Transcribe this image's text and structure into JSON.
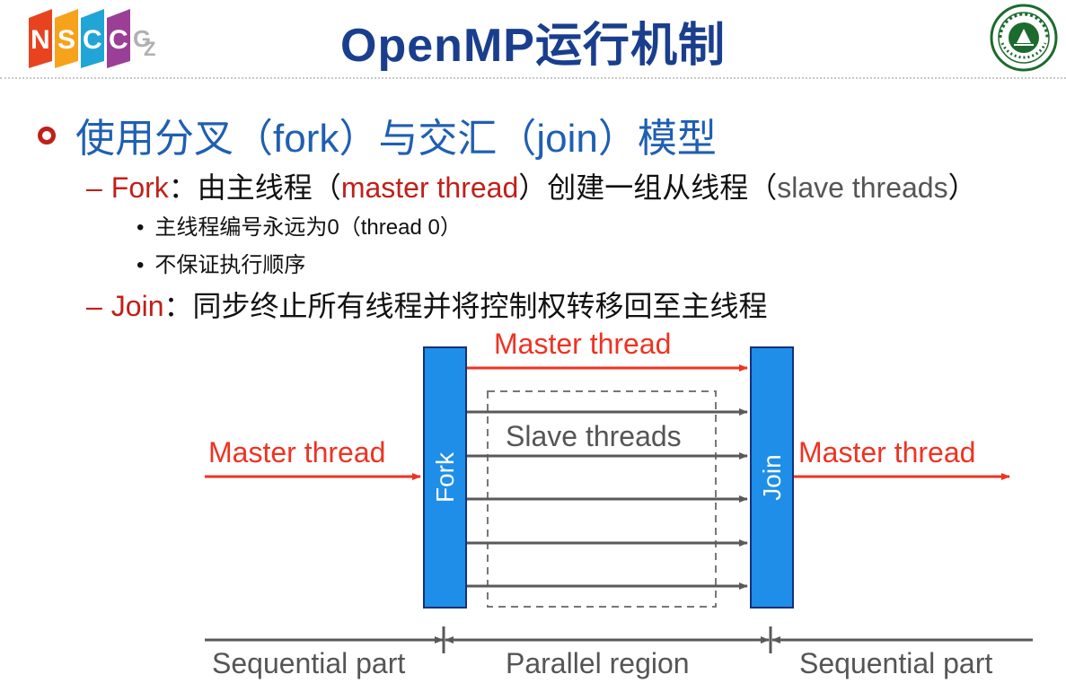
{
  "header": {
    "logo_left": {
      "letters": [
        "N",
        "S",
        "C",
        "C",
        "G",
        "Z"
      ],
      "colors": [
        "#e8431f",
        "#f7a21b",
        "#21a5d6",
        "#9a3f95",
        "#c8c8c8"
      ]
    },
    "title": "OpenMP运行机制",
    "logo_right_icon": "university-seal-icon"
  },
  "bullets": {
    "main": "使用分叉（fork）与交汇（join）模型",
    "fork": {
      "dash": "–",
      "label": "Fork",
      "p1": "：由主线程（",
      "term": "master thread",
      "p2": "）创建一组从线程（",
      "slave": "slave threads",
      "p3": "）",
      "subs": [
        "主线程编号永远为0（thread 0）",
        "不保证执行顺序"
      ]
    },
    "join": {
      "dash": "–",
      "label": "Join",
      "text": "：同步终止所有线程并将控制权转移回至主线程"
    }
  },
  "diagram": {
    "fork_label": "Fork",
    "join_label": "Join",
    "master_left": "Master thread",
    "master_top": "Master thread",
    "master_right": "Master thread",
    "slave_label": "Slave threads",
    "slave_thread_count": 5,
    "parts": {
      "sequential_left": "Sequential part",
      "parallel": "Parallel region",
      "sequential_right": "Sequential part"
    },
    "colors": {
      "bar": "#1e8ee8",
      "bar_border": "#16307a",
      "master": "#ee3322",
      "slave": "#595959",
      "text": "#555555"
    }
  }
}
